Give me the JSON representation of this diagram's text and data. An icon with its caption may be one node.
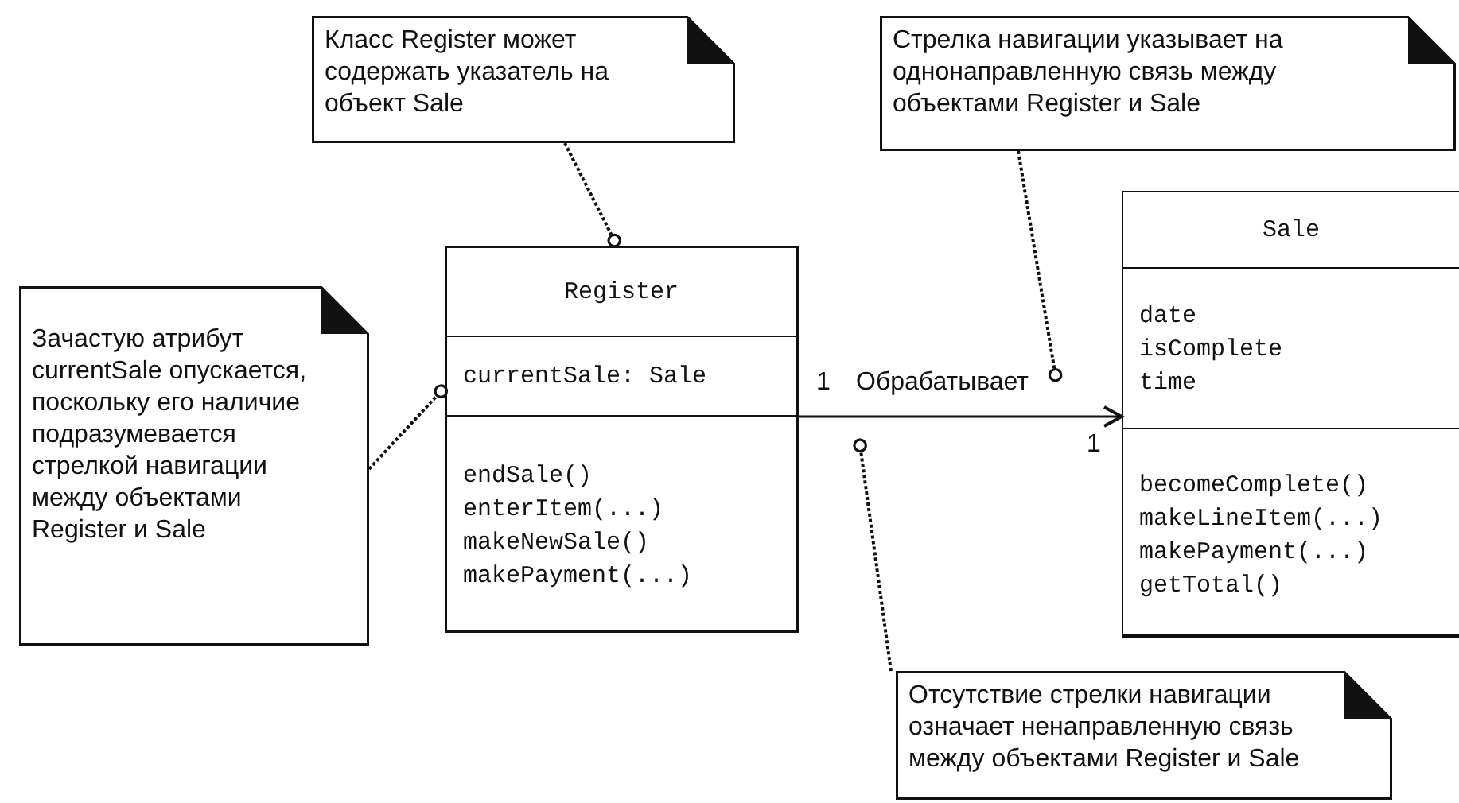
{
  "diagram": {
    "nodes": [
      {
        "text": [
          "Класс Register может содержать указатель на объект Sale"
        ]
      },
      {
        "text": [
          "Стрелка навигации указывает на однонаправленную связь между объектами Register и Sale"
        ]
      },
      {
        "text": [
          "Зачастую атрибут currentSale опускается, поскольку его наличие подразумевается стрелкой навигации между объектами Register и Sale"
        ]
      },
      {
        "text": [
          "Register",
          "currentSale: Sale",
          "endSale()",
          "enterItem(...)",
          "makeNewSale()",
          "makePayment(...)"
        ]
      },
      {
        "text": [
          "Sale",
          "date",
          "isComplete",
          "time",
          "becomeComplete()",
          "makeLineItem(...)",
          "makePayment(...)",
          "getTotal()"
        ]
      },
      {
        "text": [
          "Отсутствие стрелки навигации означает ненаправленную связь между объектами Register и Sale"
        ]
      }
    ],
    "edges": [
      {
        "from": 0,
        "to": 3,
        "arrow": "other",
        "style": "dashed"
      },
      {
        "from": 2,
        "to": 3,
        "arrow": "other",
        "style": "dashed"
      },
      {
        "from": 3,
        "to": 4,
        "arrow": "to",
        "label": "Обрабатывает"
      },
      {
        "from": 1,
        "to": null,
        "arrow": "other",
        "style": "dashed"
      },
      {
        "from": 5,
        "to": null,
        "arrow": "other",
        "style": "dashed"
      }
    ],
    "labels": [
      "1",
      "1"
    ]
  }
}
